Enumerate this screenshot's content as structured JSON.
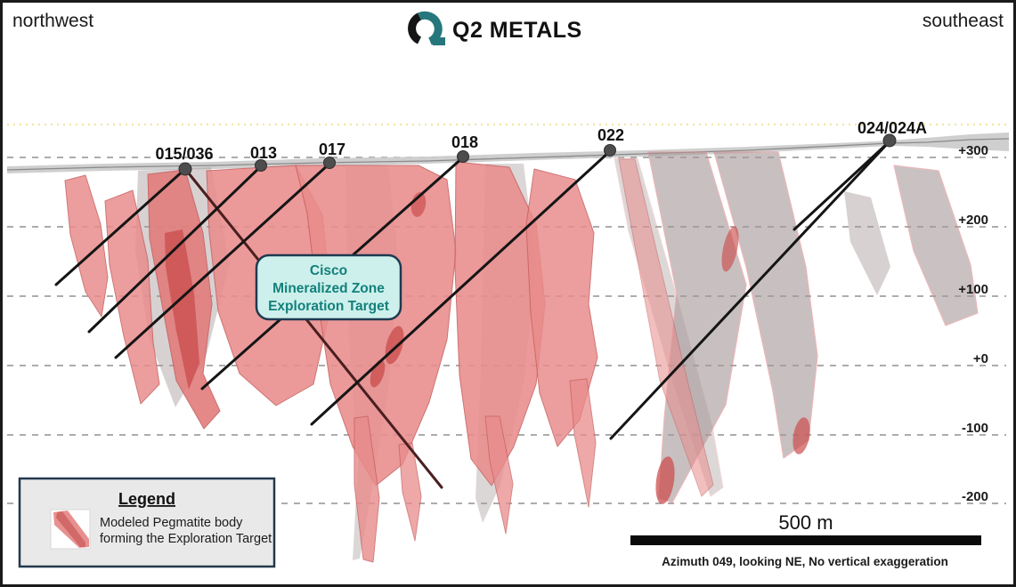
{
  "figure": {
    "direction_left": "northwest",
    "direction_right": "southeast",
    "logo": {
      "text": "Q2 METALS",
      "icon": "q2-metals-q-mark"
    }
  },
  "elevation_axis": {
    "unit": "m",
    "labels": [
      "+300",
      "+200",
      "+100",
      "+0",
      "-100",
      "-200"
    ]
  },
  "drillholes": [
    {
      "label": "015/036"
    },
    {
      "label": "013"
    },
    {
      "label": "017"
    },
    {
      "label": "018"
    },
    {
      "label": "022"
    },
    {
      "label": "024/024A"
    }
  ],
  "annotation": {
    "line1": "Cisco",
    "line2": "Mineralized Zone",
    "line3": "Exploration Target"
  },
  "legend": {
    "title": "Legend",
    "item_line1": "Modeled Pegmatite body",
    "item_line2": "forming the Exploration Target",
    "swatch": "pegmatite-swatch"
  },
  "scale_bar": {
    "label": "500 m",
    "caption": "Azimuth 049, looking NE, No vertical exaggeration"
  },
  "colors": {
    "pegmatite_red": "#e98c8c",
    "pegmatite_dark_red": "#cc4f4f",
    "shadow_gray": "#a79a9b",
    "terrain_gray": "#cccccc",
    "annotation_fill": "#cdf0ec",
    "annotation_text": "#13807b",
    "annotation_border": "#1e3a50",
    "legend_bg": "#e9e9e9",
    "brand_teal": "#26777b",
    "grid_gray": "#909090",
    "surface_yellow": "#efe9a8",
    "drill_trace_black": "#151515"
  }
}
